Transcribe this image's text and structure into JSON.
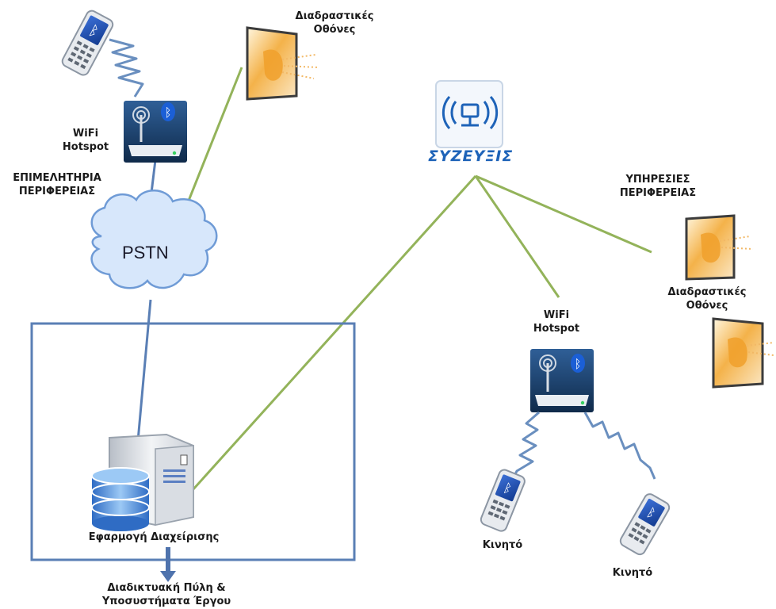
{
  "labels": {
    "screens_top": [
      "Διαδραστικές",
      "Οθόνες"
    ],
    "wifi_left": [
      "WiFi",
      "Hotspot"
    ],
    "chamber": [
      "ΕΠΙΜΕΛΗΤΗΡΙΑ",
      "ΠΕΡΙΦΕΡΕΙΑΣ"
    ],
    "pstn": "PSTN",
    "syzefxis": "ΣΥΖΕΥΞΙΣ",
    "services": [
      "ΥΠΗΡΕΣΙΕΣ",
      "ΠΕΡΙΦΕΡΕΙΑΣ"
    ],
    "screens_right": [
      "Διαδραστικές",
      "Οθόνες"
    ],
    "wifi_right": [
      "WiFi",
      "Hotspot"
    ],
    "mobile_1": "Κινητό",
    "mobile_2": "Κινητό",
    "app": "Εφαρμογή Διαχείρισης",
    "portal": [
      "Διαδικτυακή Πύλη &",
      "Υποσυστήματα Έργου"
    ]
  },
  "icons": [
    "mobile-phone-icon",
    "bluetooth-icon",
    "wifi-router-icon",
    "interactive-screen-icon",
    "cloud-icon",
    "network-icon",
    "server-icon",
    "database-icon",
    "arrow-down-icon"
  ],
  "colors": {
    "blue_link": "#5a7fb5",
    "green_link": "#93b35a",
    "frame": "#5a7fb5",
    "cloud_fill": "#d7e7fb",
    "cloud_stroke": "#6f9bd6",
    "brand": "#1e63b8"
  }
}
